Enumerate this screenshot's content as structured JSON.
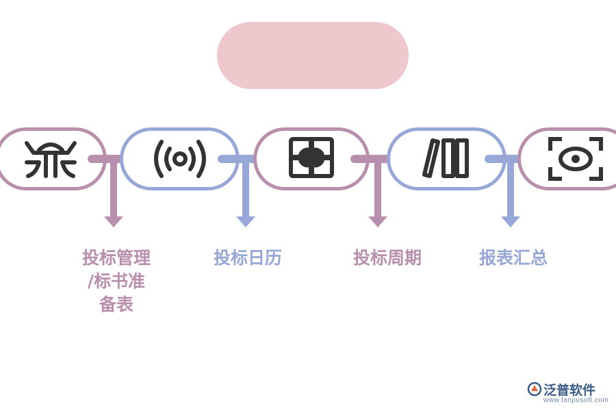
{
  "title": "",
  "steps": [
    {
      "icon": "bug-icon",
      "label": "",
      "color": "#b890ae"
    },
    {
      "icon": "broadcast-icon",
      "label": "投标管理\n/标书准\n备表",
      "color": "#96a7d8"
    },
    {
      "icon": "gift-box-icon",
      "label": "投标日历",
      "color": "#b890ae"
    },
    {
      "icon": "books-icon",
      "label": "投标周期",
      "color": "#96a7d8"
    },
    {
      "icon": "camera-focus-icon",
      "label": "报表汇总",
      "color": "#b890ae"
    }
  ],
  "colors": {
    "purple": "#b890ae",
    "blue": "#96a7d8",
    "pill": "#efc8cd",
    "icon": "#333333"
  },
  "brand": {
    "name": "泛普软件",
    "url": "www.fanpusoft.com"
  }
}
